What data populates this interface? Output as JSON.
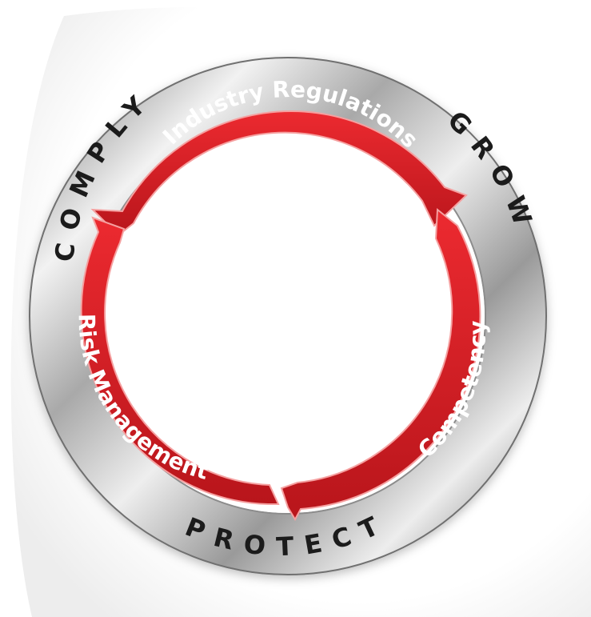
{
  "outer_ring": {
    "labels": {
      "comply": "COMPLY",
      "grow": "GROW",
      "protect": "PROTECT"
    }
  },
  "cycle": {
    "labels": {
      "industry_regulations": "Industry Regulations",
      "competency": "Competency",
      "risk_management": "Risk Management"
    }
  },
  "colors": {
    "arrow_red": "#d81d25",
    "arrow_dark": "#a8151b",
    "ring_silver_light": "#f4f4f4",
    "ring_silver_dark": "#7d7d7d",
    "text_dark": "#1b1b1b"
  }
}
